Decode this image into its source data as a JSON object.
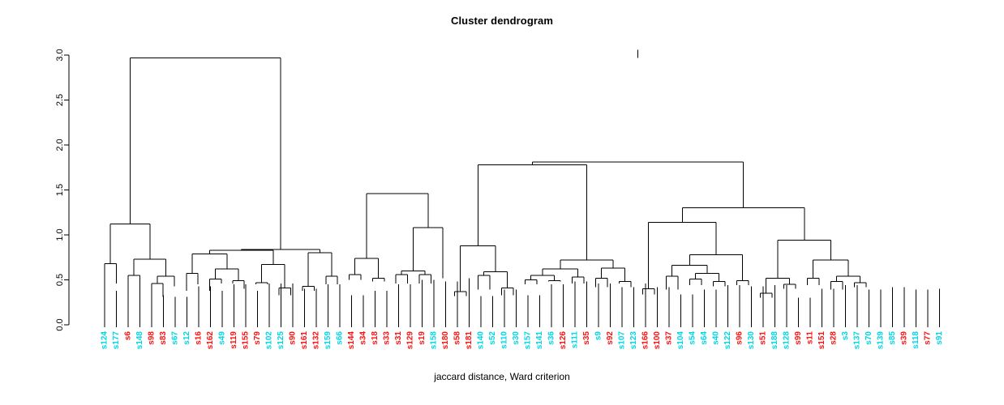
{
  "chart_data": {
    "type": "dendrogram",
    "title": "Cluster dendrogram",
    "xlabel": "jaccard distance, Ward criterion",
    "ylabel": "",
    "ylim": [
      0,
      3.0
    ],
    "yticks": [
      "0.0",
      "0.5",
      "1.0",
      "1.5",
      "2.0",
      "2.5",
      "3.0"
    ],
    "ytick_values": [
      0.0,
      0.5,
      1.0,
      1.5,
      2.0,
      2.5,
      3.0
    ],
    "grid": false,
    "legend": "none",
    "label_colors": {
      "cluster_a": "#00d7e6",
      "cluster_b": "#ff1010"
    },
    "leaves": [
      {
        "label": "s124",
        "color": "#00d7e6"
      },
      {
        "label": "s177",
        "color": "#00d7e6"
      },
      {
        "label": "s6",
        "color": "#ff1010"
      },
      {
        "label": "s148",
        "color": "#00d7e6"
      },
      {
        "label": "s98",
        "color": "#ff1010"
      },
      {
        "label": "s83",
        "color": "#ff1010"
      },
      {
        "label": "s67",
        "color": "#00d7e6"
      },
      {
        "label": "s12",
        "color": "#00d7e6"
      },
      {
        "label": "s16",
        "color": "#ff1010"
      },
      {
        "label": "s162",
        "color": "#ff1010"
      },
      {
        "label": "s49",
        "color": "#00d7e6"
      },
      {
        "label": "s119",
        "color": "#ff1010"
      },
      {
        "label": "s155",
        "color": "#ff1010"
      },
      {
        "label": "s79",
        "color": "#ff1010"
      },
      {
        "label": "s102",
        "color": "#00d7e6"
      },
      {
        "label": "s125",
        "color": "#00d7e6"
      },
      {
        "label": "s90",
        "color": "#ff1010"
      },
      {
        "label": "s161",
        "color": "#ff1010"
      },
      {
        "label": "s132",
        "color": "#ff1010"
      },
      {
        "label": "s159",
        "color": "#00d7e6"
      },
      {
        "label": "s66",
        "color": "#00d7e6"
      },
      {
        "label": "s144",
        "color": "#ff1010"
      },
      {
        "label": "s34",
        "color": "#ff1010"
      },
      {
        "label": "s18",
        "color": "#ff1010"
      },
      {
        "label": "s33",
        "color": "#ff1010"
      },
      {
        "label": "s31",
        "color": "#ff1010"
      },
      {
        "label": "s129",
        "color": "#ff1010"
      },
      {
        "label": "s19",
        "color": "#ff1010"
      },
      {
        "label": "s158",
        "color": "#00d7e6"
      },
      {
        "label": "s180",
        "color": "#ff1010"
      },
      {
        "label": "s58",
        "color": "#ff1010"
      },
      {
        "label": "s181",
        "color": "#ff1010"
      },
      {
        "label": "s140",
        "color": "#00d7e6"
      },
      {
        "label": "s52",
        "color": "#00d7e6"
      },
      {
        "label": "s110",
        "color": "#00d7e6"
      },
      {
        "label": "s30",
        "color": "#00d7e6"
      },
      {
        "label": "s157",
        "color": "#00d7e6"
      },
      {
        "label": "s141",
        "color": "#00d7e6"
      },
      {
        "label": "s36",
        "color": "#00d7e6"
      },
      {
        "label": "s126",
        "color": "#ff1010"
      },
      {
        "label": "s111",
        "color": "#00d7e6"
      },
      {
        "label": "s35",
        "color": "#ff1010"
      },
      {
        "label": "s9",
        "color": "#00d7e6"
      },
      {
        "label": "s92",
        "color": "#ff1010"
      },
      {
        "label": "s107",
        "color": "#00d7e6"
      },
      {
        "label": "s123",
        "color": "#00d7e6"
      },
      {
        "label": "s166",
        "color": "#ff1010"
      },
      {
        "label": "s100",
        "color": "#ff1010"
      },
      {
        "label": "s37",
        "color": "#ff1010"
      },
      {
        "label": "s104",
        "color": "#00d7e6"
      },
      {
        "label": "s54",
        "color": "#00d7e6"
      },
      {
        "label": "s64",
        "color": "#00d7e6"
      },
      {
        "label": "s40",
        "color": "#00d7e6"
      },
      {
        "label": "s122",
        "color": "#00d7e6"
      },
      {
        "label": "s96",
        "color": "#ff1010"
      },
      {
        "label": "s130",
        "color": "#00d7e6"
      },
      {
        "label": "s51",
        "color": "#ff1010"
      },
      {
        "label": "s188",
        "color": "#00d7e6"
      },
      {
        "label": "s128",
        "color": "#00d7e6"
      },
      {
        "label": "s99",
        "color": "#ff1010"
      },
      {
        "label": "s11",
        "color": "#ff1010"
      },
      {
        "label": "s151",
        "color": "#ff1010"
      },
      {
        "label": "s28",
        "color": "#ff1010"
      },
      {
        "label": "s3",
        "color": "#00d7e6"
      },
      {
        "label": "s137",
        "color": "#00d7e6"
      },
      {
        "label": "s70",
        "color": "#00d7e6"
      },
      {
        "label": "s139",
        "color": "#00d7e6"
      },
      {
        "label": "s85",
        "color": "#00d7e6"
      },
      {
        "label": "s39",
        "color": "#ff1010"
      },
      {
        "label": "s118",
        "color": "#00d7e6"
      },
      {
        "label": "s77",
        "color": "#ff1010"
      },
      {
        "label": "s91",
        "color": "#00d7e6"
      }
    ],
    "leaf_heights": [
      0.38,
      0.38,
      0.46,
      0.43,
      0.33,
      0.33,
      0.31,
      0.31,
      0.43,
      0.43,
      0.38,
      0.45,
      0.45,
      0.38,
      0.46,
      0.46,
      0.46,
      0.4,
      0.4,
      0.45,
      0.45,
      0.33,
      0.33,
      0.38,
      0.38,
      0.45,
      0.45,
      0.5,
      0.5,
      0.48,
      0.48,
      0.52,
      0.32,
      0.32,
      0.39,
      0.39,
      0.33,
      0.33,
      0.45,
      0.45,
      0.48,
      0.48,
      0.46,
      0.46,
      0.42,
      0.42,
      0.46,
      0.42,
      0.42,
      0.34,
      0.34,
      0.39,
      0.39,
      0.44,
      0.44,
      0.43,
      0.43,
      0.44,
      0.44,
      0.3,
      0.3,
      0.4,
      0.4,
      0.44,
      0.44,
      0.39,
      0.39,
      0.42,
      0.42,
      0.39,
      0.39,
      0.4
    ],
    "merges": [
      {
        "x1": 129.0,
        "x2": 143.5,
        "h": 0.68,
        "h1": 0.38,
        "h2": 0.46
      },
      {
        "x1": 158.0,
        "x2": 172.5,
        "h": 0.55,
        "h1": 0.43,
        "h2": 0.33
      },
      {
        "x1": 187.0,
        "x2": 201.0,
        "h": 0.46,
        "h1": 0.31,
        "h2": 0.31
      },
      {
        "x1": 194.0,
        "x2": 215.0,
        "h": 0.54,
        "h1": 0.46,
        "h2": 0.43
      },
      {
        "x1": 165.2,
        "x2": 204.5,
        "h": 0.73,
        "h1": 0.55,
        "h2": 0.54
      },
      {
        "x1": 136.2,
        "x2": 184.8,
        "h": 1.12,
        "h1": 0.68,
        "h2": 0.73
      },
      {
        "x1": 230.0,
        "x2": 244.0,
        "h": 0.57,
        "h1": 0.38,
        "h2": 0.45
      },
      {
        "x1": 258.5,
        "x2": 273.0,
        "h": 0.51,
        "h1": 0.38,
        "h2": 0.46
      },
      {
        "x1": 287.0,
        "x2": 301.0,
        "h": 0.49,
        "h1": 0.46,
        "h2": 0.4
      },
      {
        "x1": 265.7,
        "x2": 294.0,
        "h": 0.62,
        "h1": 0.51,
        "h2": 0.49
      },
      {
        "x1": 237.0,
        "x2": 279.8,
        "h": 0.79,
        "h1": 0.57,
        "h2": 0.62
      },
      {
        "x1": 315.5,
        "x2": 330.0,
        "h": 0.47,
        "h1": 0.45,
        "h2": 0.45
      },
      {
        "x1": 344.0,
        "x2": 358.5,
        "h": 0.41,
        "h1": 0.33,
        "h2": 0.33
      },
      {
        "x1": 322.7,
        "x2": 351.2,
        "h": 0.67,
        "h1": 0.47,
        "h2": 0.41
      },
      {
        "x1": 258.4,
        "x2": 337.0,
        "h": 0.83,
        "h1": 0.79,
        "h2": 0.67
      },
      {
        "x1": 373.0,
        "x2": 387.5,
        "h": 0.43,
        "h1": 0.38,
        "h2": 0.38
      },
      {
        "x1": 402.0,
        "x2": 416.0,
        "h": 0.54,
        "h1": 0.45,
        "h2": 0.45
      },
      {
        "x1": 380.2,
        "x2": 409.0,
        "h": 0.8,
        "h1": 0.43,
        "h2": 0.54
      },
      {
        "x1": 297.7,
        "x2": 394.6,
        "h": 0.84,
        "h1": 0.83,
        "h2": 0.8
      },
      {
        "x1": 160.5,
        "x2": 346.1,
        "h": 2.97,
        "h1": 1.12,
        "h2": 0.84
      },
      {
        "x1": 430.5,
        "x2": 445.0,
        "h": 0.56,
        "h1": 0.5,
        "h2": 0.5
      },
      {
        "x1": 459.5,
        "x2": 474.0,
        "h": 0.52,
        "h1": 0.48,
        "h2": 0.48
      },
      {
        "x1": 437.7,
        "x2": 466.7,
        "h": 0.74,
        "h1": 0.56,
        "h2": 0.52
      },
      {
        "x1": 488.0,
        "x2": 502.5,
        "h": 0.56,
        "h1": 0.46,
        "h2": 0.46
      },
      {
        "x1": 517.0,
        "x2": 531.5,
        "h": 0.56,
        "h1": 0.46,
        "h2": 0.46
      },
      {
        "x1": 495.2,
        "x2": 524.2,
        "h": 0.6,
        "h1": 0.56,
        "h2": 0.56
      },
      {
        "x1": 509.7,
        "x2": 546.0,
        "h": 1.08,
        "h1": 0.6,
        "h2": 0.52
      },
      {
        "x1": 452.2,
        "x2": 527.8,
        "h": 1.46,
        "h1": 0.74,
        "h2": 1.08
      },
      {
        "x1": 560.5,
        "x2": 575.0,
        "h": 0.37,
        "h1": 0.32,
        "h2": 0.32
      },
      {
        "x1": 589.5,
        "x2": 604.0,
        "h": 0.55,
        "h1": 0.39,
        "h2": 0.39
      },
      {
        "x1": 618.5,
        "x2": 633.0,
        "h": 0.41,
        "h1": 0.33,
        "h2": 0.33
      },
      {
        "x1": 596.7,
        "x2": 625.7,
        "h": 0.59,
        "h1": 0.55,
        "h2": 0.41
      },
      {
        "x1": 567.7,
        "x2": 611.2,
        "h": 0.88,
        "h1": 0.37,
        "h2": 0.59
      },
      {
        "x1": 647.5,
        "x2": 662.0,
        "h": 0.5,
        "h1": 0.45,
        "h2": 0.45
      },
      {
        "x1": 676.5,
        "x2": 691.0,
        "h": 0.49,
        "h1": 0.48,
        "h2": 0.48
      },
      {
        "x1": 654.7,
        "x2": 683.7,
        "h": 0.55,
        "h1": 0.5,
        "h2": 0.49
      },
      {
        "x1": 705.5,
        "x2": 720.0,
        "h": 0.53,
        "h1": 0.46,
        "h2": 0.46
      },
      {
        "x1": 669.2,
        "x2": 712.7,
        "h": 0.62,
        "h1": 0.55,
        "h2": 0.53
      },
      {
        "x1": 734.5,
        "x2": 749.0,
        "h": 0.52,
        "h1": 0.42,
        "h2": 0.42
      },
      {
        "x1": 763.5,
        "x2": 778.0,
        "h": 0.48,
        "h1": 0.46,
        "h2": 0.42
      },
      {
        "x1": 741.7,
        "x2": 770.7,
        "h": 0.63,
        "h1": 0.52,
        "h2": 0.48
      },
      {
        "x1": 691.0,
        "x2": 756.2,
        "h": 0.72,
        "h1": 0.62,
        "h2": 0.63
      },
      {
        "x1": 589.5,
        "x2": 723.6,
        "h": 1.78,
        "h1": 0.88,
        "h2": 0.72
      },
      {
        "x1": 792.5,
        "x2": 807.0,
        "h": 0.4,
        "h1": 0.34,
        "h2": 0.34
      },
      {
        "x1": 821.5,
        "x2": 836.0,
        "h": 0.54,
        "h1": 0.39,
        "h2": 0.39
      },
      {
        "x1": 850.5,
        "x2": 865.0,
        "h": 0.51,
        "h1": 0.44,
        "h2": 0.44
      },
      {
        "x1": 879.5,
        "x2": 894.0,
        "h": 0.48,
        "h1": 0.43,
        "h2": 0.43
      },
      {
        "x1": 857.7,
        "x2": 886.7,
        "h": 0.57,
        "h1": 0.51,
        "h2": 0.48
      },
      {
        "x1": 828.7,
        "x2": 872.2,
        "h": 0.66,
        "h1": 0.54,
        "h2": 0.57
      },
      {
        "x1": 908.5,
        "x2": 923.0,
        "h": 0.49,
        "h1": 0.44,
        "h2": 0.44
      },
      {
        "x1": 850.4,
        "x2": 915.7,
        "h": 0.78,
        "h1": 0.66,
        "h2": 0.49
      },
      {
        "x1": 799.7,
        "x2": 883.0,
        "h": 1.14,
        "h1": 0.4,
        "h2": 0.78
      },
      {
        "x1": 937.5,
        "x2": 952.0,
        "h": 0.35,
        "h1": 0.3,
        "h2": 0.3
      },
      {
        "x1": 966.5,
        "x2": 981.0,
        "h": 0.45,
        "h1": 0.4,
        "h2": 0.4
      },
      {
        "x1": 944.7,
        "x2": 973.7,
        "h": 0.52,
        "h1": 0.35,
        "h2": 0.45
      },
      {
        "x1": 995.5,
        "x2": 1010.0,
        "h": 0.52,
        "h1": 0.44,
        "h2": 0.44
      },
      {
        "x1": 1024.5,
        "x2": 1039.0,
        "h": 0.48,
        "h1": 0.39,
        "h2": 0.39
      },
      {
        "x1": 1053.5,
        "x2": 1068.0,
        "h": 0.47,
        "h1": 0.42,
        "h2": 0.42
      },
      {
        "x1": 1031.7,
        "x2": 1060.7,
        "h": 0.54,
        "h1": 0.48,
        "h2": 0.47
      },
      {
        "x1": 1002.7,
        "x2": 1046.2,
        "h": 0.72,
        "h1": 0.52,
        "h2": 0.54
      },
      {
        "x1": 959.2,
        "x2": 1024.5,
        "h": 0.94,
        "h1": 0.52,
        "h2": 0.72
      },
      {
        "x1": 841.3,
        "x2": 991.8,
        "h": 1.3,
        "h1": 1.14,
        "h2": 0.94
      },
      {
        "x1": 656.5,
        "x2": 916.6,
        "h": 1.81,
        "h1": 1.78,
        "h2": 1.3
      }
    ],
    "root": {
      "x": 786.5,
      "h": 2.97
    }
  },
  "plot": {
    "geometry": {
      "axis_x": 85,
      "axis_top_y": 68,
      "axis_bottom_y": 401,
      "tick_len": 6,
      "leaf_label_baseline": 409
    }
  }
}
